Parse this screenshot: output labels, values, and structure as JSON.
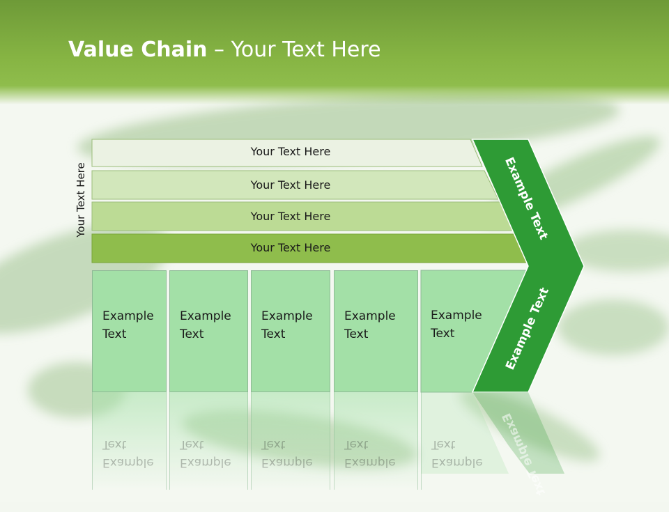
{
  "slide": {
    "title_bold": "Value Chain",
    "title_rest": " – Your Text Here",
    "side_label": "Your Text Here"
  },
  "bands": [
    {
      "label": "Your Text Here",
      "color": "#ebf2e3"
    },
    {
      "label": "Your Text Here",
      "color": "#d2e7bb"
    },
    {
      "label": "Your Text Here",
      "color": "#bcdb95"
    },
    {
      "label": "Your Text Here",
      "color": "#8fbd4c"
    }
  ],
  "boxes": [
    {
      "label": "Example\nText"
    },
    {
      "label": "Example\nText"
    },
    {
      "label": "Example\nText"
    },
    {
      "label": "Example\nText"
    },
    {
      "label": "Example\nText"
    }
  ],
  "arrow": {
    "upper_label": "Example Text",
    "lower_label": "Example Text",
    "color": "#2e9b35"
  },
  "colors": {
    "header_green": "#86b443",
    "box_fill": "#a3e0a7"
  }
}
